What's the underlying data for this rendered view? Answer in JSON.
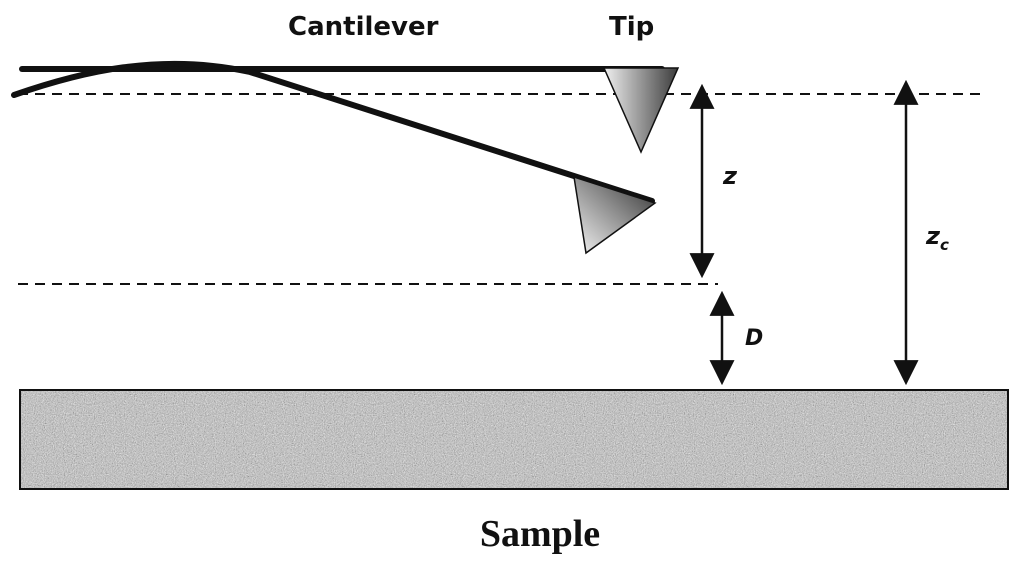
{
  "labels": {
    "cantilever": "Cantilever",
    "tip": "Tip",
    "z": "z",
    "zc_main": "z",
    "zc_sub": "c",
    "d": "D",
    "sample": "Sample"
  },
  "colors": {
    "line": "#111111",
    "sample_fill": "#b8b8b8",
    "tip_dark": "#3a3a3a",
    "tip_light": "#f2f2f2"
  }
}
